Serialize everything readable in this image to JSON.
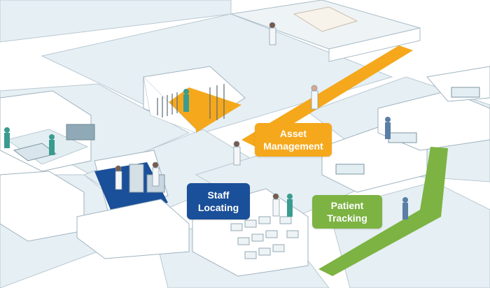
{
  "callouts": {
    "asset": {
      "line1": "Asset",
      "line2": "Management",
      "color": "#f5a81c"
    },
    "staff": {
      "line1": "Staff",
      "line2": "Locating",
      "color": "#1a4f99"
    },
    "patient": {
      "line1": "Patient",
      "line2": "Tracking",
      "color": "#7cb342"
    }
  },
  "colors": {
    "floor": "#e6eff4",
    "wall": "#ffffff",
    "wall_edge": "#9fb3bf",
    "asset_zone": "#f5a81c",
    "staff_zone": "#1a4f99",
    "patient_zone": "#7cb342",
    "scrubs": "#3a9c8f",
    "coat": "#f4f6f8"
  }
}
